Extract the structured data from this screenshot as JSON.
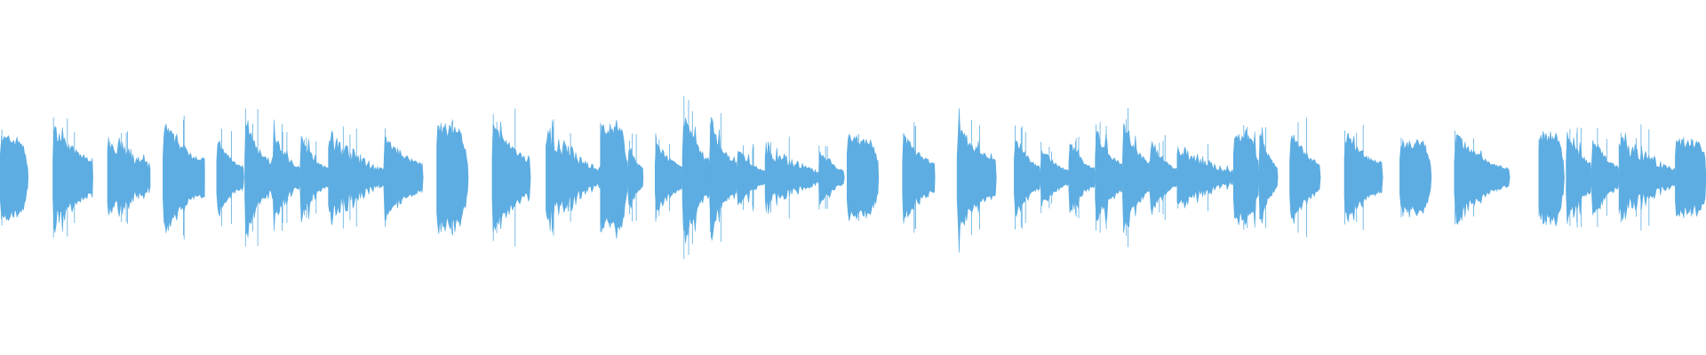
{
  "waveform": {
    "color": "#5dade2",
    "background": "#ffffff",
    "duration": 1.0,
    "amplitude_scale": 1.0,
    "clips": [
      {
        "start": 0.0,
        "end": 0.0165,
        "peak": 0.22,
        "shape": "hold",
        "tail": 0.05
      },
      {
        "start": 0.031,
        "end": 0.0545,
        "peak": 0.28,
        "shape": "decay",
        "tail": 0.1
      },
      {
        "start": 0.063,
        "end": 0.088,
        "peak": 0.22,
        "shape": "noise",
        "tail": 0.08
      },
      {
        "start": 0.0955,
        "end": 0.12,
        "peak": 0.3,
        "shape": "decay",
        "tail": 0.1
      },
      {
        "start": 0.127,
        "end": 0.143,
        "peak": 0.22,
        "shape": "decay",
        "tail": 0.06
      },
      {
        "start": 0.1435,
        "end": 0.16,
        "peak": 0.3,
        "shape": "decay",
        "tail": 0.08
      },
      {
        "start": 0.16,
        "end": 0.176,
        "peak": 0.24,
        "shape": "decay",
        "tail": 0.06
      },
      {
        "start": 0.176,
        "end": 0.1925,
        "peak": 0.22,
        "shape": "decay",
        "tail": 0.05
      },
      {
        "start": 0.1925,
        "end": 0.225,
        "peak": 0.24,
        "shape": "noise",
        "tail": 0.05
      },
      {
        "start": 0.225,
        "end": 0.248,
        "peak": 0.22,
        "shape": "decay",
        "tail": 0.08
      },
      {
        "start": 0.256,
        "end": 0.2745,
        "peak": 0.28,
        "shape": "hold",
        "tail": 0.07
      },
      {
        "start": 0.2885,
        "end": 0.311,
        "peak": 0.3,
        "shape": "decay",
        "tail": 0.1
      },
      {
        "start": 0.32,
        "end": 0.352,
        "peak": 0.26,
        "shape": "noise",
        "tail": 0.06
      },
      {
        "start": 0.352,
        "end": 0.368,
        "peak": 0.28,
        "shape": "hold",
        "tail": 0.06
      },
      {
        "start": 0.368,
        "end": 0.377,
        "peak": 0.2,
        "shape": "decay",
        "tail": 0.05
      },
      {
        "start": 0.384,
        "end": 0.4,
        "peak": 0.2,
        "shape": "decay",
        "tail": 0.06
      },
      {
        "start": 0.4,
        "end": 0.416,
        "peak": 0.36,
        "shape": "decay",
        "tail": 0.1
      },
      {
        "start": 0.416,
        "end": 0.432,
        "peak": 0.3,
        "shape": "decay",
        "tail": 0.08
      },
      {
        "start": 0.432,
        "end": 0.4485,
        "peak": 0.16,
        "shape": "decay",
        "tail": 0.04
      },
      {
        "start": 0.4485,
        "end": 0.48,
        "peak": 0.18,
        "shape": "noise",
        "tail": 0.04
      },
      {
        "start": 0.48,
        "end": 0.495,
        "peak": 0.16,
        "shape": "decay",
        "tail": 0.04
      },
      {
        "start": 0.4965,
        "end": 0.515,
        "peak": 0.22,
        "shape": "hold",
        "tail": 0.08
      },
      {
        "start": 0.529,
        "end": 0.548,
        "peak": 0.24,
        "shape": "decay",
        "tail": 0.08
      },
      {
        "start": 0.561,
        "end": 0.584,
        "peak": 0.28,
        "shape": "decay",
        "tail": 0.1
      },
      {
        "start": 0.5945,
        "end": 0.61,
        "peak": 0.24,
        "shape": "decay",
        "tail": 0.06
      },
      {
        "start": 0.61,
        "end": 0.6265,
        "peak": 0.16,
        "shape": "decay",
        "tail": 0.04
      },
      {
        "start": 0.6265,
        "end": 0.642,
        "peak": 0.2,
        "shape": "decay",
        "tail": 0.05
      },
      {
        "start": 0.642,
        "end": 0.658,
        "peak": 0.26,
        "shape": "decay",
        "tail": 0.08
      },
      {
        "start": 0.658,
        "end": 0.674,
        "peak": 0.32,
        "shape": "decay",
        "tail": 0.08
      },
      {
        "start": 0.674,
        "end": 0.69,
        "peak": 0.2,
        "shape": "decay",
        "tail": 0.05
      },
      {
        "start": 0.69,
        "end": 0.723,
        "peak": 0.18,
        "shape": "noise",
        "tail": 0.04
      },
      {
        "start": 0.723,
        "end": 0.738,
        "peak": 0.24,
        "shape": "hold",
        "tail": 0.06
      },
      {
        "start": 0.738,
        "end": 0.749,
        "peak": 0.24,
        "shape": "decay",
        "tail": 0.06
      },
      {
        "start": 0.756,
        "end": 0.774,
        "peak": 0.26,
        "shape": "decay",
        "tail": 0.08
      },
      {
        "start": 0.788,
        "end": 0.8105,
        "peak": 0.24,
        "shape": "decay",
        "tail": 0.08
      },
      {
        "start": 0.8205,
        "end": 0.839,
        "peak": 0.2,
        "shape": "hold",
        "tail": 0.06
      },
      {
        "start": 0.8525,
        "end": 0.885,
        "peak": 0.24,
        "shape": "decay",
        "tail": 0.05
      },
      {
        "start": 0.902,
        "end": 0.917,
        "peak": 0.24,
        "shape": "hold",
        "tail": 0.08
      },
      {
        "start": 0.918,
        "end": 0.933,
        "peak": 0.26,
        "shape": "decay",
        "tail": 0.08
      },
      {
        "start": 0.933,
        "end": 0.949,
        "peak": 0.22,
        "shape": "decay",
        "tail": 0.06
      },
      {
        "start": 0.949,
        "end": 0.982,
        "peak": 0.24,
        "shape": "noise",
        "tail": 0.05
      },
      {
        "start": 0.982,
        "end": 1.0,
        "peak": 0.2,
        "shape": "hold",
        "tail": 0.12
      }
    ]
  }
}
